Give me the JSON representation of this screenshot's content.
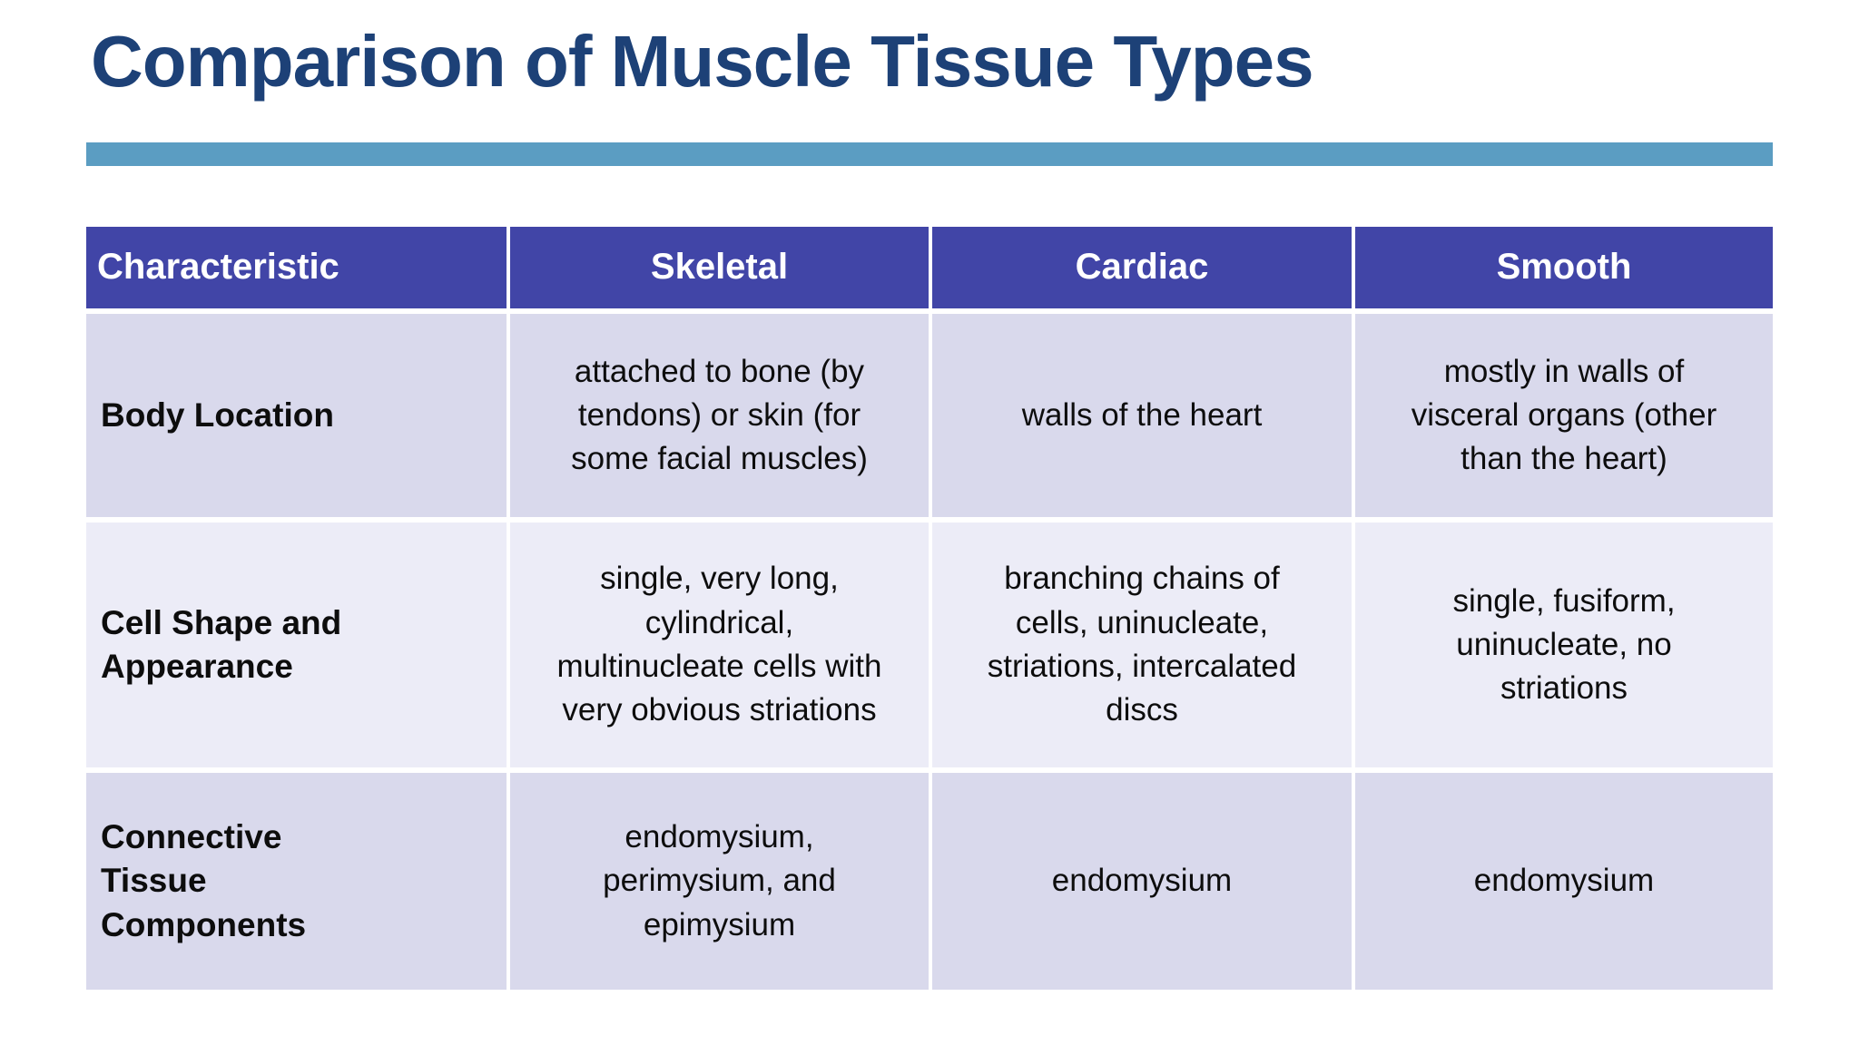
{
  "slide": {
    "title": "Comparison of Muscle Tissue Types",
    "colors": {
      "title_text": "#1d4177",
      "accent_bar": "#5b9dc2",
      "header_bg": "#4145a7",
      "header_text": "#ffffff",
      "row_odd_bg": "#d9d9ec",
      "row_even_bg": "#ececf7",
      "body_text": "#0d0d0d"
    }
  },
  "table": {
    "columns": [
      "Characteristic",
      "Skeletal",
      "Cardiac",
      "Smooth"
    ],
    "rows": [
      {
        "characteristic": "Body Location",
        "skeletal": "attached to bone (by\ntendons) or skin (for\nsome facial muscles)",
        "cardiac": "walls of the heart",
        "smooth": "mostly in walls of\nvisceral organs (other\nthan the heart)"
      },
      {
        "characteristic": "Cell Shape and\nAppearance",
        "skeletal": "single, very long,\ncylindrical,\nmultinucleate cells with\nvery obvious striations",
        "cardiac": "branching chains  of\ncells, uninucleate,\nstriations, intercalated\ndiscs",
        "smooth": "single, fusiform,\nuninucleate, no\nstriations"
      },
      {
        "characteristic": "Connective\nTissue\nComponents",
        "skeletal": "endomysium,\nperimysium, and\nepimysium",
        "cardiac": "endomysium",
        "smooth": "endomysium"
      }
    ]
  }
}
